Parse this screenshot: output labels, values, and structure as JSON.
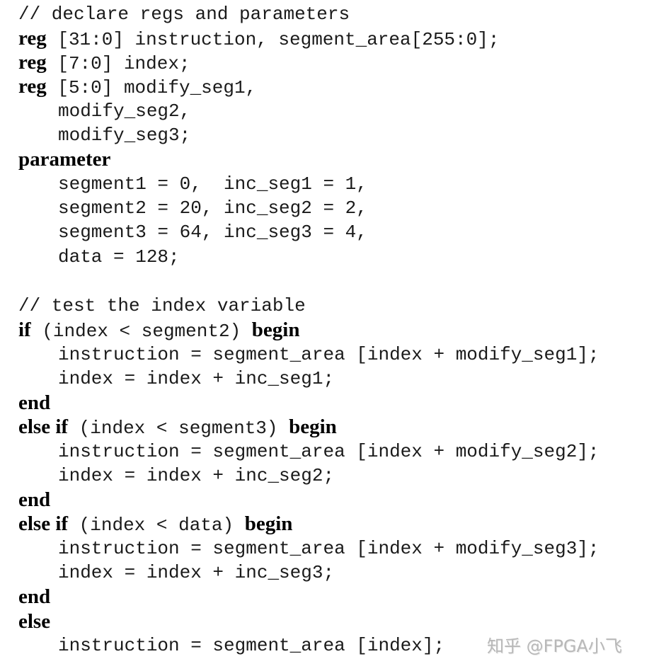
{
  "document": {
    "type": "verilog-code-listing",
    "lines": [
      {
        "comment": "// declare regs and parameters"
      },
      {
        "kw": "reg",
        "text": " [31:0] instruction, segment_area[255:0];"
      },
      {
        "kw": "reg",
        "text": " [7:0] index;"
      },
      {
        "kw": "reg",
        "text": " [5:0] modify_seg1,"
      },
      {
        "text": "modify_seg2,"
      },
      {
        "text": "modify_seg3;"
      },
      {
        "kw": "parameter"
      },
      {
        "text": "segment1 = 0,  inc_seg1 = 1,"
      },
      {
        "text": "segment2 = 20, inc_seg2 = 2,"
      },
      {
        "text": "segment3 = 64, inc_seg3 = 4,"
      },
      {
        "text": "data = 128;"
      },
      {
        "comment": "// test the index variable"
      },
      {
        "kw": "if",
        "text": " (index < segment2) ",
        "kw2": "begin"
      },
      {
        "text": "instruction = segment_area [index + modify_seg1];"
      },
      {
        "text": "index = index + inc_seg1;"
      },
      {
        "kw": "end"
      },
      {
        "kw": "else",
        "kw_b": " if",
        "text": " (index < segment3) ",
        "kw2": "begin"
      },
      {
        "text": "instruction = segment_area [index + modify_seg2];"
      },
      {
        "text": "index = index + inc_seg2;"
      },
      {
        "kw": "end"
      },
      {
        "kw": "else",
        "kw_b": " if",
        "text": " (index < data) ",
        "kw2": "begin"
      },
      {
        "text": "instruction = segment_area [index + modify_seg3];"
      },
      {
        "text": "index = index + inc_seg3;"
      },
      {
        "kw": "end"
      },
      {
        "kw": "else"
      },
      {
        "text": "instruction = segment_area [index];"
      }
    ]
  },
  "watermark": {
    "text": "知乎 @FPGA小飞"
  }
}
